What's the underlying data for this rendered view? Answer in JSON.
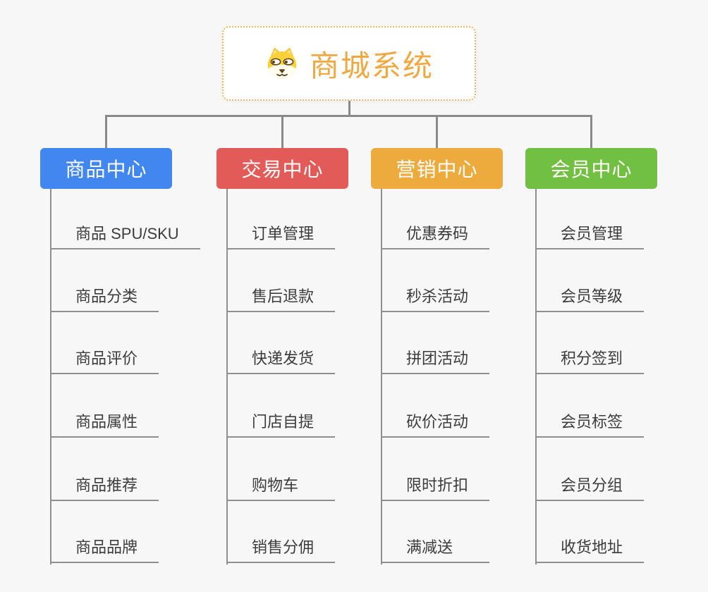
{
  "root": {
    "title": "商城系统",
    "icon": "dog-face-icon",
    "title_color": "#F0A843",
    "border_color": "#F3BA5E"
  },
  "connector_color": "#8A8A8A",
  "branches": [
    {
      "label": "商品中心",
      "color": "#4287F0",
      "children": [
        "商品 SPU/SKU",
        "商品分类",
        "商品评价",
        "商品属性",
        "商品推荐",
        "商品品牌"
      ]
    },
    {
      "label": "交易中心",
      "color": "#E25B58",
      "children": [
        "订单管理",
        "售后退款",
        "快递发货",
        "门店自提",
        "购物车",
        "销售分佣"
      ]
    },
    {
      "label": "营销中心",
      "color": "#EDAB3E",
      "children": [
        "优惠券码",
        "秒杀活动",
        "拼团活动",
        "砍价活动",
        "限时折扣",
        "满减送"
      ]
    },
    {
      "label": "会员中心",
      "color": "#72C042",
      "children": [
        "会员管理",
        "会员等级",
        "积分签到",
        "会员标签",
        "会员分组",
        "收货地址"
      ]
    }
  ]
}
